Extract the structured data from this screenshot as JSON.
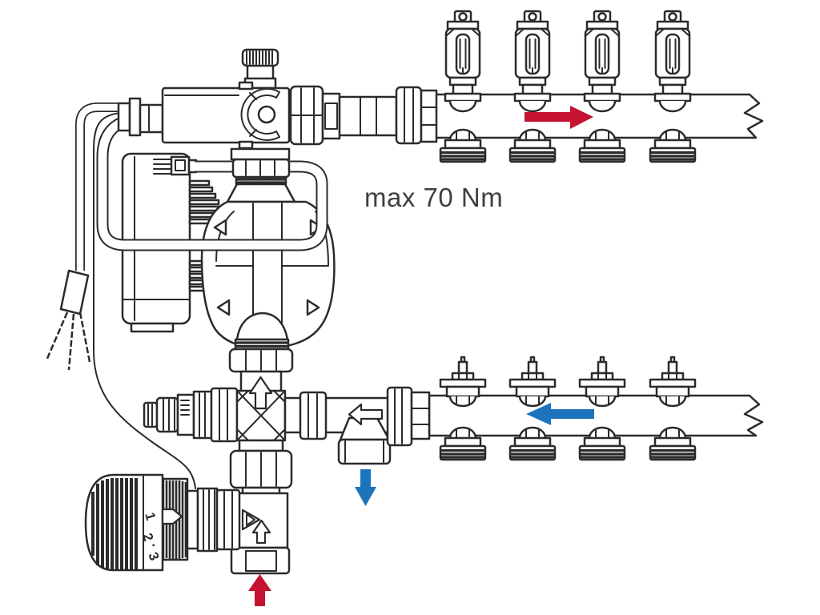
{
  "note": {
    "text": "max 70 Nm"
  },
  "colors": {
    "line-color": "#2b2b2e",
    "text-color": "#3f3f42",
    "flow-red": "#c41230",
    "flow-blue": "#1c75bc",
    "bg": "#ffffff"
  },
  "thermostatic_head": {
    "scale_numbers": [
      "1",
      "2",
      "·",
      "3"
    ]
  },
  "flow_arrows": {
    "supply_manifold": {
      "direction": "right",
      "color": "red"
    },
    "return_manifold": {
      "direction": "left",
      "color": "blue"
    },
    "return_outlet": {
      "direction": "down",
      "color": "blue"
    },
    "supply_inlet": {
      "direction": "up",
      "color": "red"
    },
    "pump_line_internal": {
      "direction": "up",
      "color": "white-outline"
    },
    "check_valve": {
      "direction": "left",
      "color": "white-outline"
    },
    "thermo_valve_internal": {
      "direction": "up",
      "color": "white-outline"
    }
  },
  "manifolds": {
    "supply_valve_count": 4,
    "return_valve_count": 4,
    "supply_outlet_cap_count": 4,
    "return_outlet_cap_count": 4
  }
}
